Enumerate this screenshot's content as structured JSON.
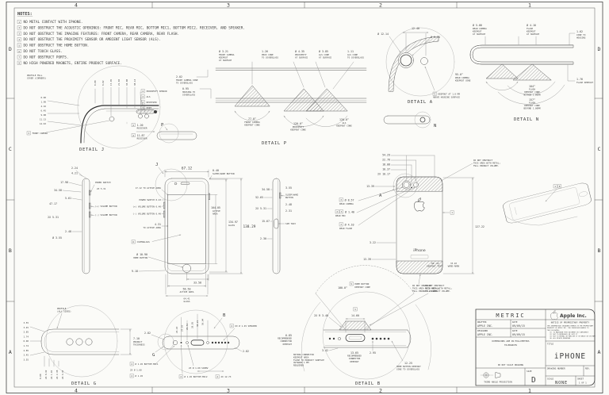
{
  "zones": {
    "cols": [
      "4",
      "3",
      "2",
      "1"
    ],
    "rows": [
      "D",
      "C",
      "B",
      "A"
    ]
  },
  "markers": {
    "j": "J",
    "p": "P",
    "n": "N",
    "a": "A",
    "b": "B",
    "g": "G"
  },
  "notes": {
    "title": "NOTES:",
    "items": [
      [
        "1",
        "NO METAL CONTACT WITH IPHONE."
      ],
      [
        "2",
        "DO NOT OBSTRUCT THE ACOUSTIC OPENINGS: FRONT MIC, REAR MIC, BOTTOM MIC1, BOTTOM MIC2, RECEIVER, AND SPEAKER."
      ],
      [
        "3",
        "DO NOT OBSTRUCT THE IMAGING FEATURES: FRONT CAMERA, REAR CAMERA, REAR FLASH."
      ],
      [
        "4",
        "DO NOT OBSTRUCT THE PROXIMITY SENSOR OR AMBIENT LIGHT SENSOR (ALS)."
      ],
      [
        "5",
        "DO NOT OBSTRUCT THE HOME BUTTON."
      ],
      [
        "6",
        "DO NOT TOUCH GLASS."
      ],
      [
        "7",
        "DO NOT OBSTRUCT PORTS."
      ],
      [
        "8",
        "NO HIGH POWERED MAGNETS, ENTIRE PRODUCT SURFACE."
      ]
    ]
  },
  "dj": {
    "cap": "DETAIL J",
    "prof": [
      "PROFILE FULL",
      "COVER (CORNERS)"
    ],
    "top": [
      "0.00",
      "8.02",
      "17.45",
      "21.02",
      "33.08",
      "38.14"
    ],
    "left": [
      "0.00",
      "1.90",
      "4.16",
      "6.45",
      "9.08",
      "11.13",
      "14.63"
    ],
    "co": [
      [
        "4",
        "PROXIMITY SENSOR"
      ],
      [
        "4",
        "ALS"
      ],
      [
        "2",
        "RECEIVER"
      ],
      [
        "7",
        "PORT"
      ]
    ],
    "rec1": [
      "2",
      "1.20",
      "RECEIVER"
    ],
    "rec2": [
      "2",
      "11.87",
      "RECEIVER"
    ],
    "cam": [
      "3",
      "FRONT CAMERA"
    ]
  },
  "dp": {
    "cap": "DETAIL P",
    "l1": [
      "Ø 3.21",
      "FRONT CAMERA",
      "KEEPOUT",
      "AT SURFACE"
    ],
    "l2": [
      "1.26",
      "PROX CONE",
      "TO COVERGLASS"
    ],
    "l3": [
      "Ø 4.35",
      "PROXIMITY",
      "AT SURFACE"
    ],
    "l4": [
      "Ø 3.85",
      "ALS CONE",
      "AT SURFACE"
    ],
    "l5": [
      "1.11",
      "ALS CONE",
      "TO COVERGLASS"
    ],
    "l6": [
      "2.02",
      "FRONT CAMERA CONE",
      "TO COVERGLASS"
    ],
    "l7": [
      "0.95",
      "HOUSING TO",
      "COVERGLASS"
    ],
    "a1": [
      "77.0°",
      "FRONT CAMERA",
      "KEEPOUT CONE"
    ],
    "a2": [
      "120.0°",
      "PROXIMITY",
      "KEEPOUT CONE"
    ],
    "a3": [
      "120.0°",
      "ALS",
      "KEEPOUT CONE"
    ]
  },
  "da": {
    "cap": "DETAIL A",
    "d1": "12.40",
    "d2": "Ø 9.70",
    "d3": "Ø 12.14",
    "noteNum": "3",
    "note": [
      "KEEPOUT AT 1.0 MM",
      "ABOVE HOUSING SURFACE"
    ]
  },
  "dn": {
    "cap": "DETAIL N",
    "l1": [
      "Ø 5.66",
      "REAR CAMERA",
      "KEEPOUT",
      "AT SURFACE"
    ],
    "l2": [
      "Ø 4.10",
      "FLASH",
      "KEEPOUT",
      "AT SURFACE"
    ],
    "l3": [
      "1.62",
      "CONE TO",
      "HOUSING"
    ],
    "l4": [
      "1.76",
      "FLASH KEEPOUT"
    ],
    "a1": [
      "95.0°",
      "REAR CAMERA",
      "KEEPOUT CONE"
    ],
    "a2": [
      "104°",
      "FLASH",
      "KEEPOUT CONE",
      "WITHIN 1.00MM"
    ],
    "a3": [
      "157°",
      "FLASH",
      "KEEPOUT CONE",
      "BEYOND 1.00MM"
    ]
  },
  "fv": {
    "w": "67.12",
    "sw": [
      "0.40",
      "SLEEP/WAKE BUTTON"
    ],
    "glassH": [
      "134.97",
      "GLASS"
    ],
    "activeH": [
      "104.05",
      "ACTIVE",
      "AREA"
    ],
    "h": "138.29",
    "homeX": "33.58",
    "activeW": [
      "58.50",
      "ACTIVE AREA"
    ],
    "glassW": [
      "64.41",
      "GLASS"
    ],
    "taTop": "17.12 TO ACTIVE AREA",
    "power": "POWER SWITCH 0.43",
    "volP": "(+) VOLUME BUTTON 0.40",
    "volM": "(-) VOLUME BUTTON 0.40",
    "taSide": [
      "4.31",
      "TO ACTIVE AREA"
    ],
    "cgNum": "6",
    "cg": "COVERGLASS",
    "home": [
      "Ø 10.90",
      "HOME BUTTON"
    ],
    "b1": "9.18"
  },
  "lv": {
    "dims": [
      "2.24",
      "4.21",
      "17.98",
      "34.58",
      "5.61",
      "2X 5.31",
      "2.48",
      "Ø 3.55",
      "47.17"
    ],
    "labels": [
      "POWER SWITCH",
      "2X 5.31",
      "(+) VOLUME BUTTON",
      "(-) VOLUME BUTTON"
    ]
  },
  "rv": {
    "d": [
      "34.58",
      "52.65",
      "2X 5.31",
      "15.67",
      "2.30"
    ],
    "r": [
      "3.55",
      "2.48",
      "2.31"
    ],
    "sw": [
      "SLEEP/WAKE",
      "BUTTON"
    ],
    "sim": "SIM TRAY"
  },
  "bv": {
    "top": [
      "54.29",
      "22.76",
      "18.08",
      "10.37",
      "2X 10.17"
    ],
    "d1": "13.39",
    "d2": "3.22",
    "d3": "13.39",
    "h": "127.22",
    "camNum": "3",
    "cam": [
      "Ø 8.57",
      "REAR CAMERA"
    ],
    "micNums": [
      "2",
      "3"
    ],
    "mic": [
      "Ø 1.40",
      "REAR MIC"
    ],
    "flashNum": "3",
    "flash": [
      "Ø 4.10",
      "REAR FLASH"
    ],
    "wm": [
      "33.10",
      "WORD MARK"
    ],
    "kt": [
      ".56-.62",
      "KEEPOUT TEXT"
    ],
    "note": [
      "DO NOT OBSTRUCT",
      "THIS AREA WITH METAL;",
      "FULL PRODUCT VOLUME."
    ],
    "logoText": "iPhone",
    "sideNum": "1"
  },
  "pv": {
    "nums": [
      "1",
      "8"
    ]
  },
  "dg": {
    "cap": "DETAIL G",
    "prof": [
      "PROFILE",
      "(ALL SIDES)"
    ],
    "thick": [
      "7.10",
      "PRODUCT",
      "THICKNESS"
    ],
    "left": [
      "3.55",
      "3.45",
      "2.85",
      "1.74",
      "0.00",
      "1.74",
      "2.85",
      "3.45",
      "3.55"
    ],
    "bottom": [
      "0.00",
      "2X 0.42",
      "2X 1.07",
      "2X 2.38",
      "2X 4.37"
    ]
  },
  "bo": {
    "top": [
      "22.18",
      "27.16",
      "29.51",
      "39.95",
      "44.21",
      "56.04"
    ],
    "spkNum": "2",
    "spk": "6X Ø 1.45 SPEAKER",
    "d1": "2.82",
    "d2": "2.82",
    "screw": "2X Ø 1.60 SCREW",
    "mic2Num": "2",
    "mic2": "Ø 1.45 BOTTOM MIC2",
    "pitchNum": "2",
    "pitch": "2X 12.73",
    "mic1Num": "2",
    "mic1": "Ø 1.45 BOTTOM MIC1",
    "scr2": "2X Ø 1.60",
    "m3Num": "2",
    "m3": "Ø 1.45"
  },
  "db": {
    "cap": "DETAIL B",
    "ang": "100.0°",
    "coneNum": "5",
    "cone": [
      "HOME BUTTON",
      "KEEPOUT CONE"
    ],
    "r": "2X R 3.40",
    "wNum": "5",
    "w": "14.60",
    "d1": "3.42",
    "rec": [
      "13.65",
      "RECOMMENDED",
      "CONNECTOR",
      "KEEPOUT"
    ],
    "d2": "2.95",
    "cg": [
      "12.25",
      "HOME BUTTON KEEPOUT",
      "CONE TO COVERGLASS"
    ],
    "mate": [
      "MATING CONNECTOR",
      "KEEPOUT AREA",
      "FLUSH TO PRODUCT SURFACE",
      "OUTWARD 1 MM",
      "REQUIRED"
    ],
    "rec2": [
      "6.85",
      "RECOMMENDED",
      "CONNECTOR",
      "KEEPOUT"
    ],
    "note": [
      "DO NOT OBSTRUCT",
      "THIS AREA WITH METAL;",
      "FULL PRODUCT VOLUME."
    ]
  },
  "tb": {
    "metric": "METRIC",
    "company": "Apple Inc.",
    "drafterLabel": "DRAFTER",
    "designerLabel": "DESIGNER",
    "dateLabel": "DATE",
    "drafter": "APPLE INC.",
    "designer": "APPLE INC.",
    "date1": "09/09/15",
    "date2": "09/09/15",
    "dims1": "DIMENSIONS ARE IN MILLIMETERS",
    "dims2": "TOLERANCES",
    "dns": "DO NOT SCALE DRAWING",
    "proj": "THIRD ANGLE PROJECTION",
    "sizeLabel": "SIZE",
    "size": "D",
    "scaleLabel": "SCALE",
    "scale": "NONE",
    "sheetLabel": "SHEET",
    "sheet": "1 OF 1",
    "titleLabel": "TITLE",
    "title": "iPHONE",
    "dwgLabel": "DRAWING NUMBER",
    "revLabel": "REV.",
    "noticeTitle": "NOTICE OF PROPRIETARY PROPERTY",
    "notice": [
      "THE INFORMATION CONTAINED HEREIN IS THE PROPRIETARY",
      "PROPERTY OF APPLE INC. THE POSSESSOR AGREES TO",
      "THE FOLLOWING:",
      "(1) TO MAINTAIN THIS DOCUMENT IN CONFIDENCE",
      "(2) NOT TO REPRODUCE OR COPY IT",
      "(3) NOT TO REVEAL OR PUBLISH IT IN WHOLE OR IN PART",
      "(4) ALL RIGHTS RESERVED"
    ]
  }
}
